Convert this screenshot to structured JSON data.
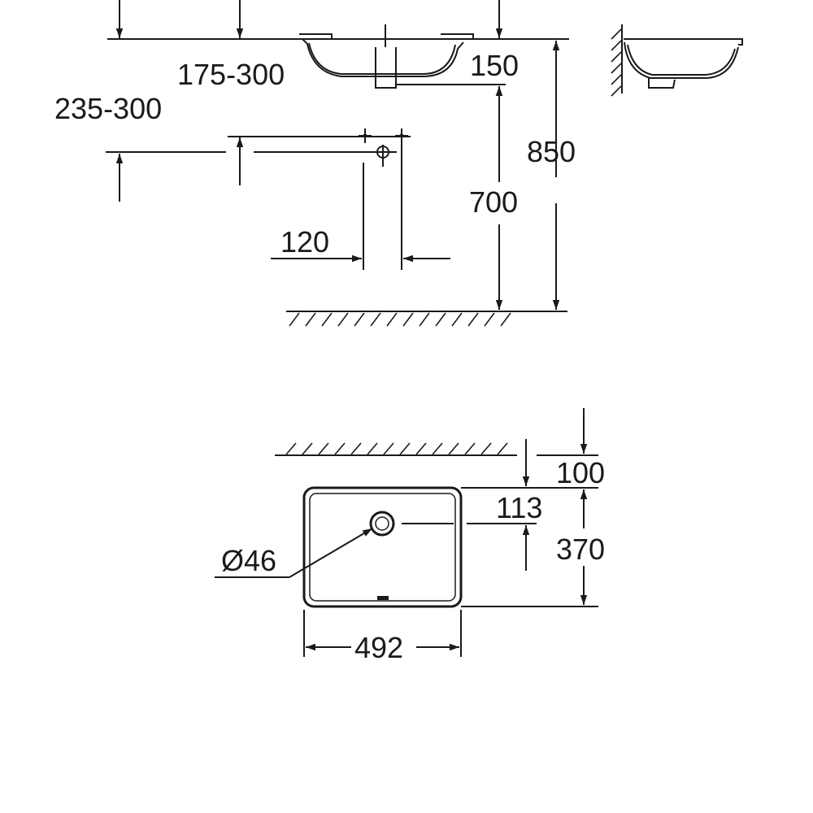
{
  "side_view": {
    "dim_175_300": "175-300",
    "dim_235_300": "235-300",
    "dim_150": "150",
    "dim_850": "850",
    "dim_700": "700",
    "dim_120": "120"
  },
  "top_view": {
    "dim_100": "100",
    "dim_113": "113",
    "dim_370": "370",
    "dim_diameter": "Ø46",
    "dim_492": "492"
  },
  "colors": {
    "line": "#1a1a1a",
    "background": "#ffffff"
  }
}
